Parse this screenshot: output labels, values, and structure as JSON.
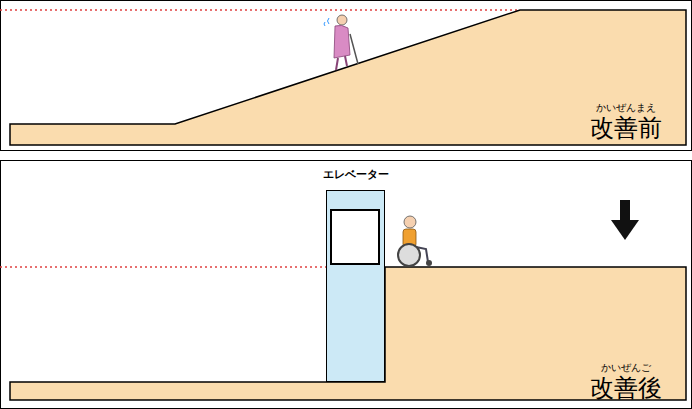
{
  "diagram": {
    "nodes": [
      {
        "text": [
          "エレベーター"
        ]
      }
    ],
    "labels": [
      "かいぜんまえ",
      "改善前",
      "かいぜんご",
      "改善後"
    ]
  }
}
